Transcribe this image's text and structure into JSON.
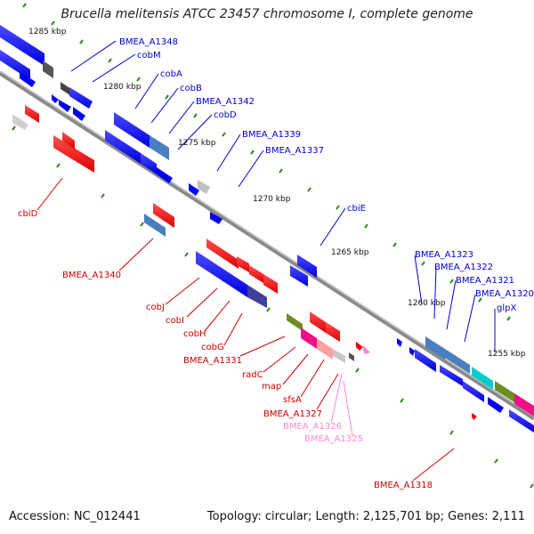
{
  "title": "Brucella melitensis ATCC 23457 chromosome I, complete genome",
  "footer": {
    "accession": "Accession: NC_012441",
    "topology": "Topology: circular; Length: 2,125,701 bp; Genes: 2,111"
  },
  "colors": {
    "backbone": "#8a8a8a",
    "tick": "#2a8a1a",
    "forward_cds": "#0000ee",
    "reverse_cds": "#ee0000",
    "label_blue": "#0000cc",
    "label_red": "#cc0000",
    "label_pink": "#ff88cc"
  },
  "scale_labels": [
    "1285 kbp",
    "1280 kbp",
    "1275 kbp",
    "1270 kbp",
    "1265 kbp",
    "1260 kbp",
    "1255 kbp"
  ],
  "gene_labels": {
    "blue": [
      "BMEA_A1348",
      "cobM",
      "cobA",
      "cobB",
      "BMEA_A1342",
      "cobD",
      "BMEA_A1339",
      "BMEA_A1337",
      "cbiE",
      "BMEA_A1323",
      "BMEA_A1322",
      "BMEA_A1321",
      "BMEA_A1320",
      "glpX"
    ],
    "red": [
      "cbiD",
      "BMEA_A1340",
      "cobJ",
      "cobI",
      "cobH",
      "cobG",
      "BMEA_A1331",
      "radC",
      "map",
      "sfsA",
      "BMEA_A1327",
      "BMEA_A1318"
    ],
    "pink": [
      "BMEA_A1326",
      "BMEA_A1325"
    ]
  }
}
